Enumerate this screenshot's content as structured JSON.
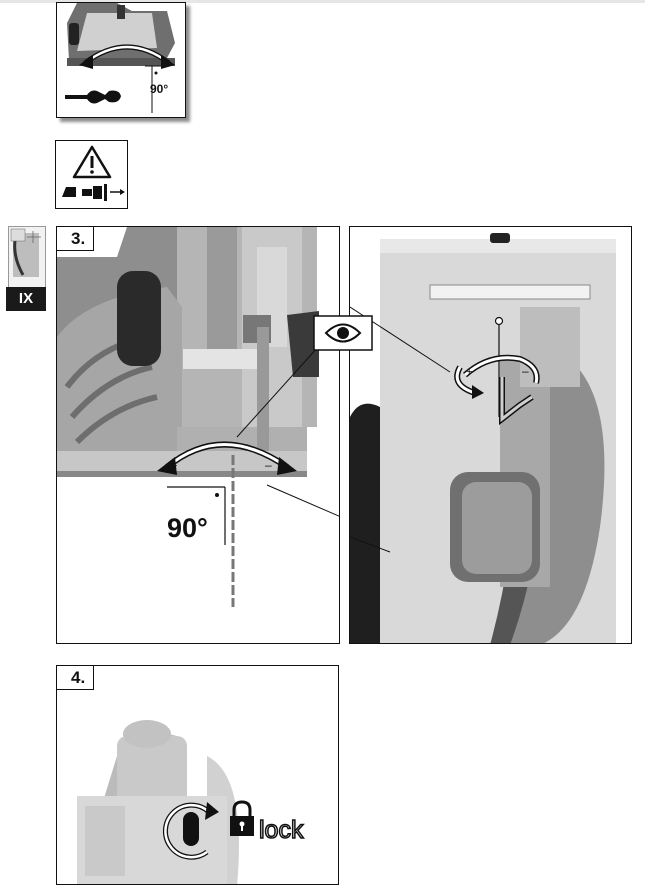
{
  "figure_top": {
    "angle_label": "90°"
  },
  "side_tab": {
    "label": "IX"
  },
  "step3": {
    "label": "3.",
    "angle_label": "90°",
    "plus_sign": "+",
    "minus_sign": "–"
  },
  "step4": {
    "label": "4.",
    "lock_text": "lock"
  },
  "colors": {
    "frame": "#111111",
    "tool_grey": "#7a7a7a",
    "tool_light": "#c8c8c8",
    "tab_dark": "#1a1a1a"
  }
}
